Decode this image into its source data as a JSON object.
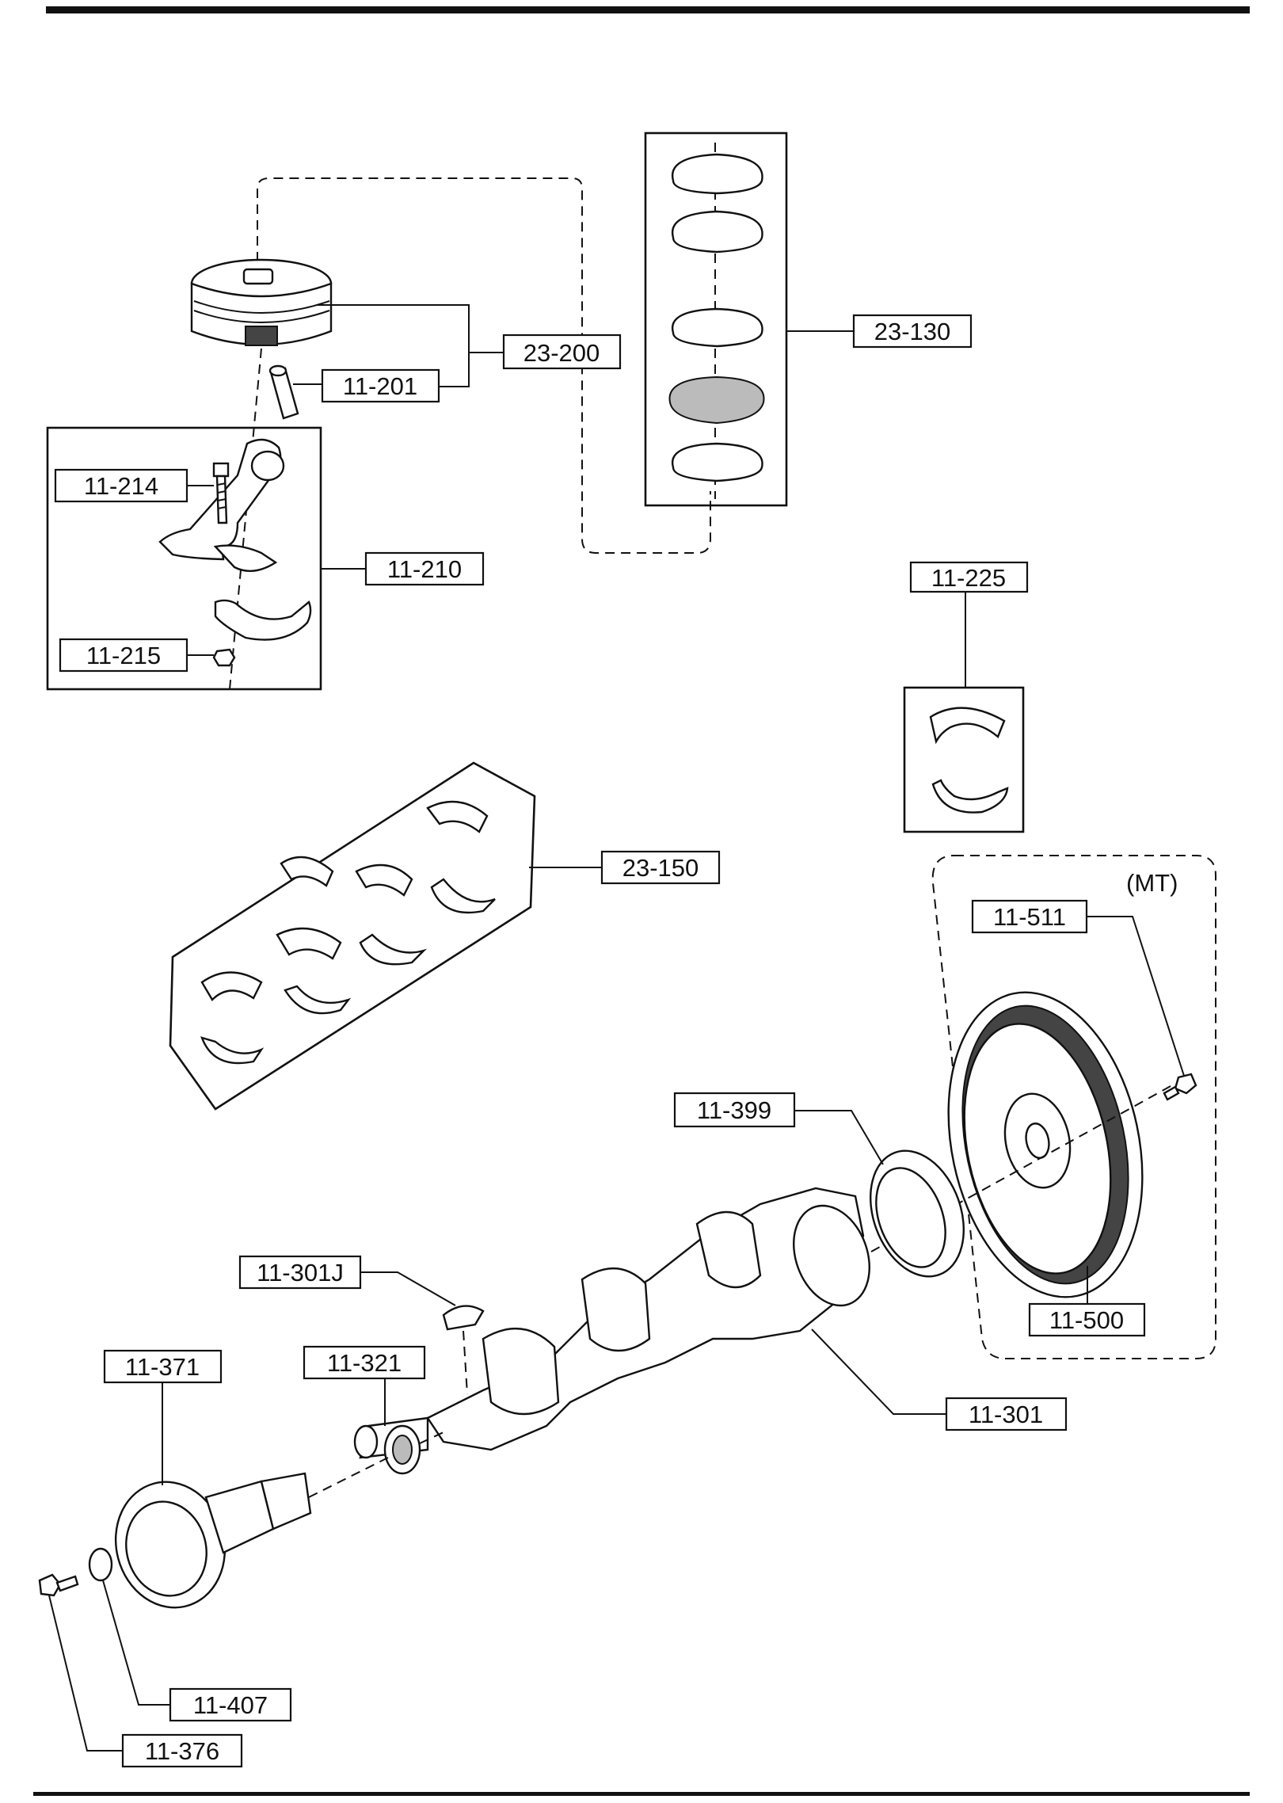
{
  "callouts": {
    "c23_200": "23-200",
    "c11_201": "11-201",
    "c23_130": "23-130",
    "c11_214": "11-214",
    "c11_210": "11-210",
    "c11_215": "11-215",
    "c11_225": "11-225",
    "c23_150": "23-150",
    "c11_511": "11-511",
    "c11_399": "11-399",
    "c11_500": "11-500",
    "c11_301J": "11-301J",
    "c11_371": "11-371",
    "c11_321": "11-321",
    "c11_301": "11-301",
    "c11_407": "11-407",
    "c11_376": "11-376"
  },
  "variant_note": "(MT)"
}
